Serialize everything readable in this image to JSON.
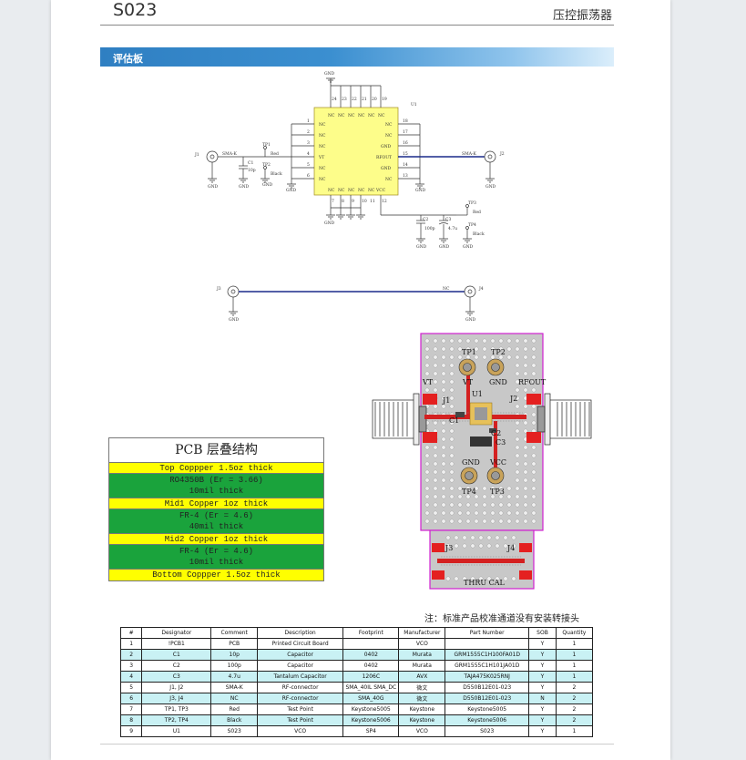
{
  "header": {
    "code": "S023",
    "category": "压控振荡器"
  },
  "section": {
    "title": "评估板"
  },
  "schematic": {
    "u1": {
      "ref": "U1"
    },
    "gnd": "GND",
    "pins_left": [
      {
        "num": "1",
        "name": "NC"
      },
      {
        "num": "2",
        "name": "NC"
      },
      {
        "num": "3",
        "name": "NC"
      },
      {
        "num": "4",
        "name": "VT"
      },
      {
        "num": "5",
        "name": "NC"
      },
      {
        "num": "6",
        "name": "NC"
      }
    ],
    "pins_right": [
      {
        "num": "18",
        "name": "NC"
      },
      {
        "num": "17",
        "name": "NC"
      },
      {
        "num": "16",
        "name": "GND"
      },
      {
        "num": "15",
        "name": "RFOUT"
      },
      {
        "num": "14",
        "name": "GND"
      },
      {
        "num": "13",
        "name": "NC"
      }
    ],
    "pins_top": [
      {
        "num": "24",
        "name": "NC"
      },
      {
        "num": "23",
        "name": "NC"
      },
      {
        "num": "22",
        "name": "NC"
      },
      {
        "num": "21",
        "name": "NC"
      },
      {
        "num": "20",
        "name": "NC"
      },
      {
        "num": "19",
        "name": "NC"
      }
    ],
    "pins_bottom": [
      {
        "num": "7",
        "name": "NC"
      },
      {
        "num": "8",
        "name": "NC"
      },
      {
        "num": "9",
        "name": "NC"
      },
      {
        "num": "10",
        "name": "NC"
      },
      {
        "num": "11",
        "name": "NC"
      },
      {
        "num": "12",
        "name": "VCC"
      }
    ],
    "j1": "J1",
    "j2": "J2",
    "j3": "J3",
    "j4": "J4",
    "sma": "SMA-K",
    "nc_label": "NC",
    "tp1": "TP1",
    "tp2": "TP2",
    "tp3": "TP3",
    "tp4": "TP4",
    "red": "Red",
    "black": "Black",
    "c1": "C1",
    "c1_val": "10p",
    "c2": "C2",
    "c2_val": "100p",
    "c3": "C3",
    "c3_val": "4.7u"
  },
  "pcb": {
    "tp1": "TP1",
    "tp2": "TP2",
    "tp3": "TP3",
    "tp4": "TP4",
    "vt": "VT",
    "gnd": "GND",
    "rfout": "RFOUT",
    "vcc": "VCC",
    "gnd2": "GND",
    "u1": "U1",
    "j1": "J1",
    "j2": "J2",
    "j3": "J3",
    "j4": "J4",
    "c1": "C1",
    "c2": "C2",
    "c3": "C3",
    "thru": "THRU CAL"
  },
  "stackup": {
    "title": "PCB 层叠结构",
    "layers": [
      {
        "kind": "copper",
        "lines": [
          "Top Coppper 1.5oz thick"
        ]
      },
      {
        "kind": "dielectric",
        "lines": [
          "RO4350B (Er = 3.66)",
          "10mil thick"
        ]
      },
      {
        "kind": "copper",
        "lines": [
          "Mid1 Copper 1oz thick"
        ]
      },
      {
        "kind": "dielectric",
        "lines": [
          "FR-4 (Er = 4.6)",
          "40mil thick"
        ]
      },
      {
        "kind": "copper",
        "lines": [
          "Mid2 Copper 1oz thick"
        ]
      },
      {
        "kind": "dielectric",
        "lines": [
          "FR-4 (Er = 4.6)",
          "10mil thick"
        ]
      },
      {
        "kind": "copper",
        "lines": [
          "Bottom Coppper 1.5oz thick"
        ]
      }
    ]
  },
  "note": "注：标准产品校准通道没有安装转接头",
  "bom": {
    "headers": [
      "#",
      "Designator",
      "Comment",
      "Description",
      "Footprint",
      "Manufacturer",
      "Part Number",
      "SOB",
      "Quantity"
    ],
    "rows": [
      [
        "1",
        "!PCB1",
        "PCB",
        "Printed Circuit Board",
        "",
        "VCO",
        "",
        "Y",
        "1"
      ],
      [
        "2",
        "C1",
        "10p",
        "Capacitor",
        "0402",
        "Murata",
        "GRM1555C1H100FA01D",
        "Y",
        "1"
      ],
      [
        "3",
        "C2",
        "100p",
        "Capacitor",
        "0402",
        "Murata",
        "GRM1555C1H101JA01D",
        "Y",
        "1"
      ],
      [
        "4",
        "C3",
        "4.7u",
        "Tantalum Capacitor",
        "1206C",
        "AVX",
        "TAJA475K025RNJ",
        "Y",
        "1"
      ],
      [
        "5",
        "J1, J2",
        "SMA-K",
        "RF-connector",
        "SMA_40IL SMA_DC",
        "微文",
        "D550B12E01-023",
        "Y",
        "2"
      ],
      [
        "6",
        "J3, J4",
        "NC",
        "RF-connector",
        "SMA_40G",
        "微文",
        "D550B12E01-023",
        "N",
        "2"
      ],
      [
        "7",
        "TP1, TP3",
        "Red",
        "Test Point",
        "Keystone5005",
        "Keystone",
        "Keystone5005",
        "Y",
        "2"
      ],
      [
        "8",
        "TP2, TP4",
        "Black",
        "Test Point",
        "Keystone5006",
        "Keystone",
        "Keystone5006",
        "Y",
        "2"
      ],
      [
        "9",
        "U1",
        "S023",
        "VCO",
        "SP4",
        "VCO",
        "S023",
        "Y",
        "1"
      ]
    ]
  }
}
